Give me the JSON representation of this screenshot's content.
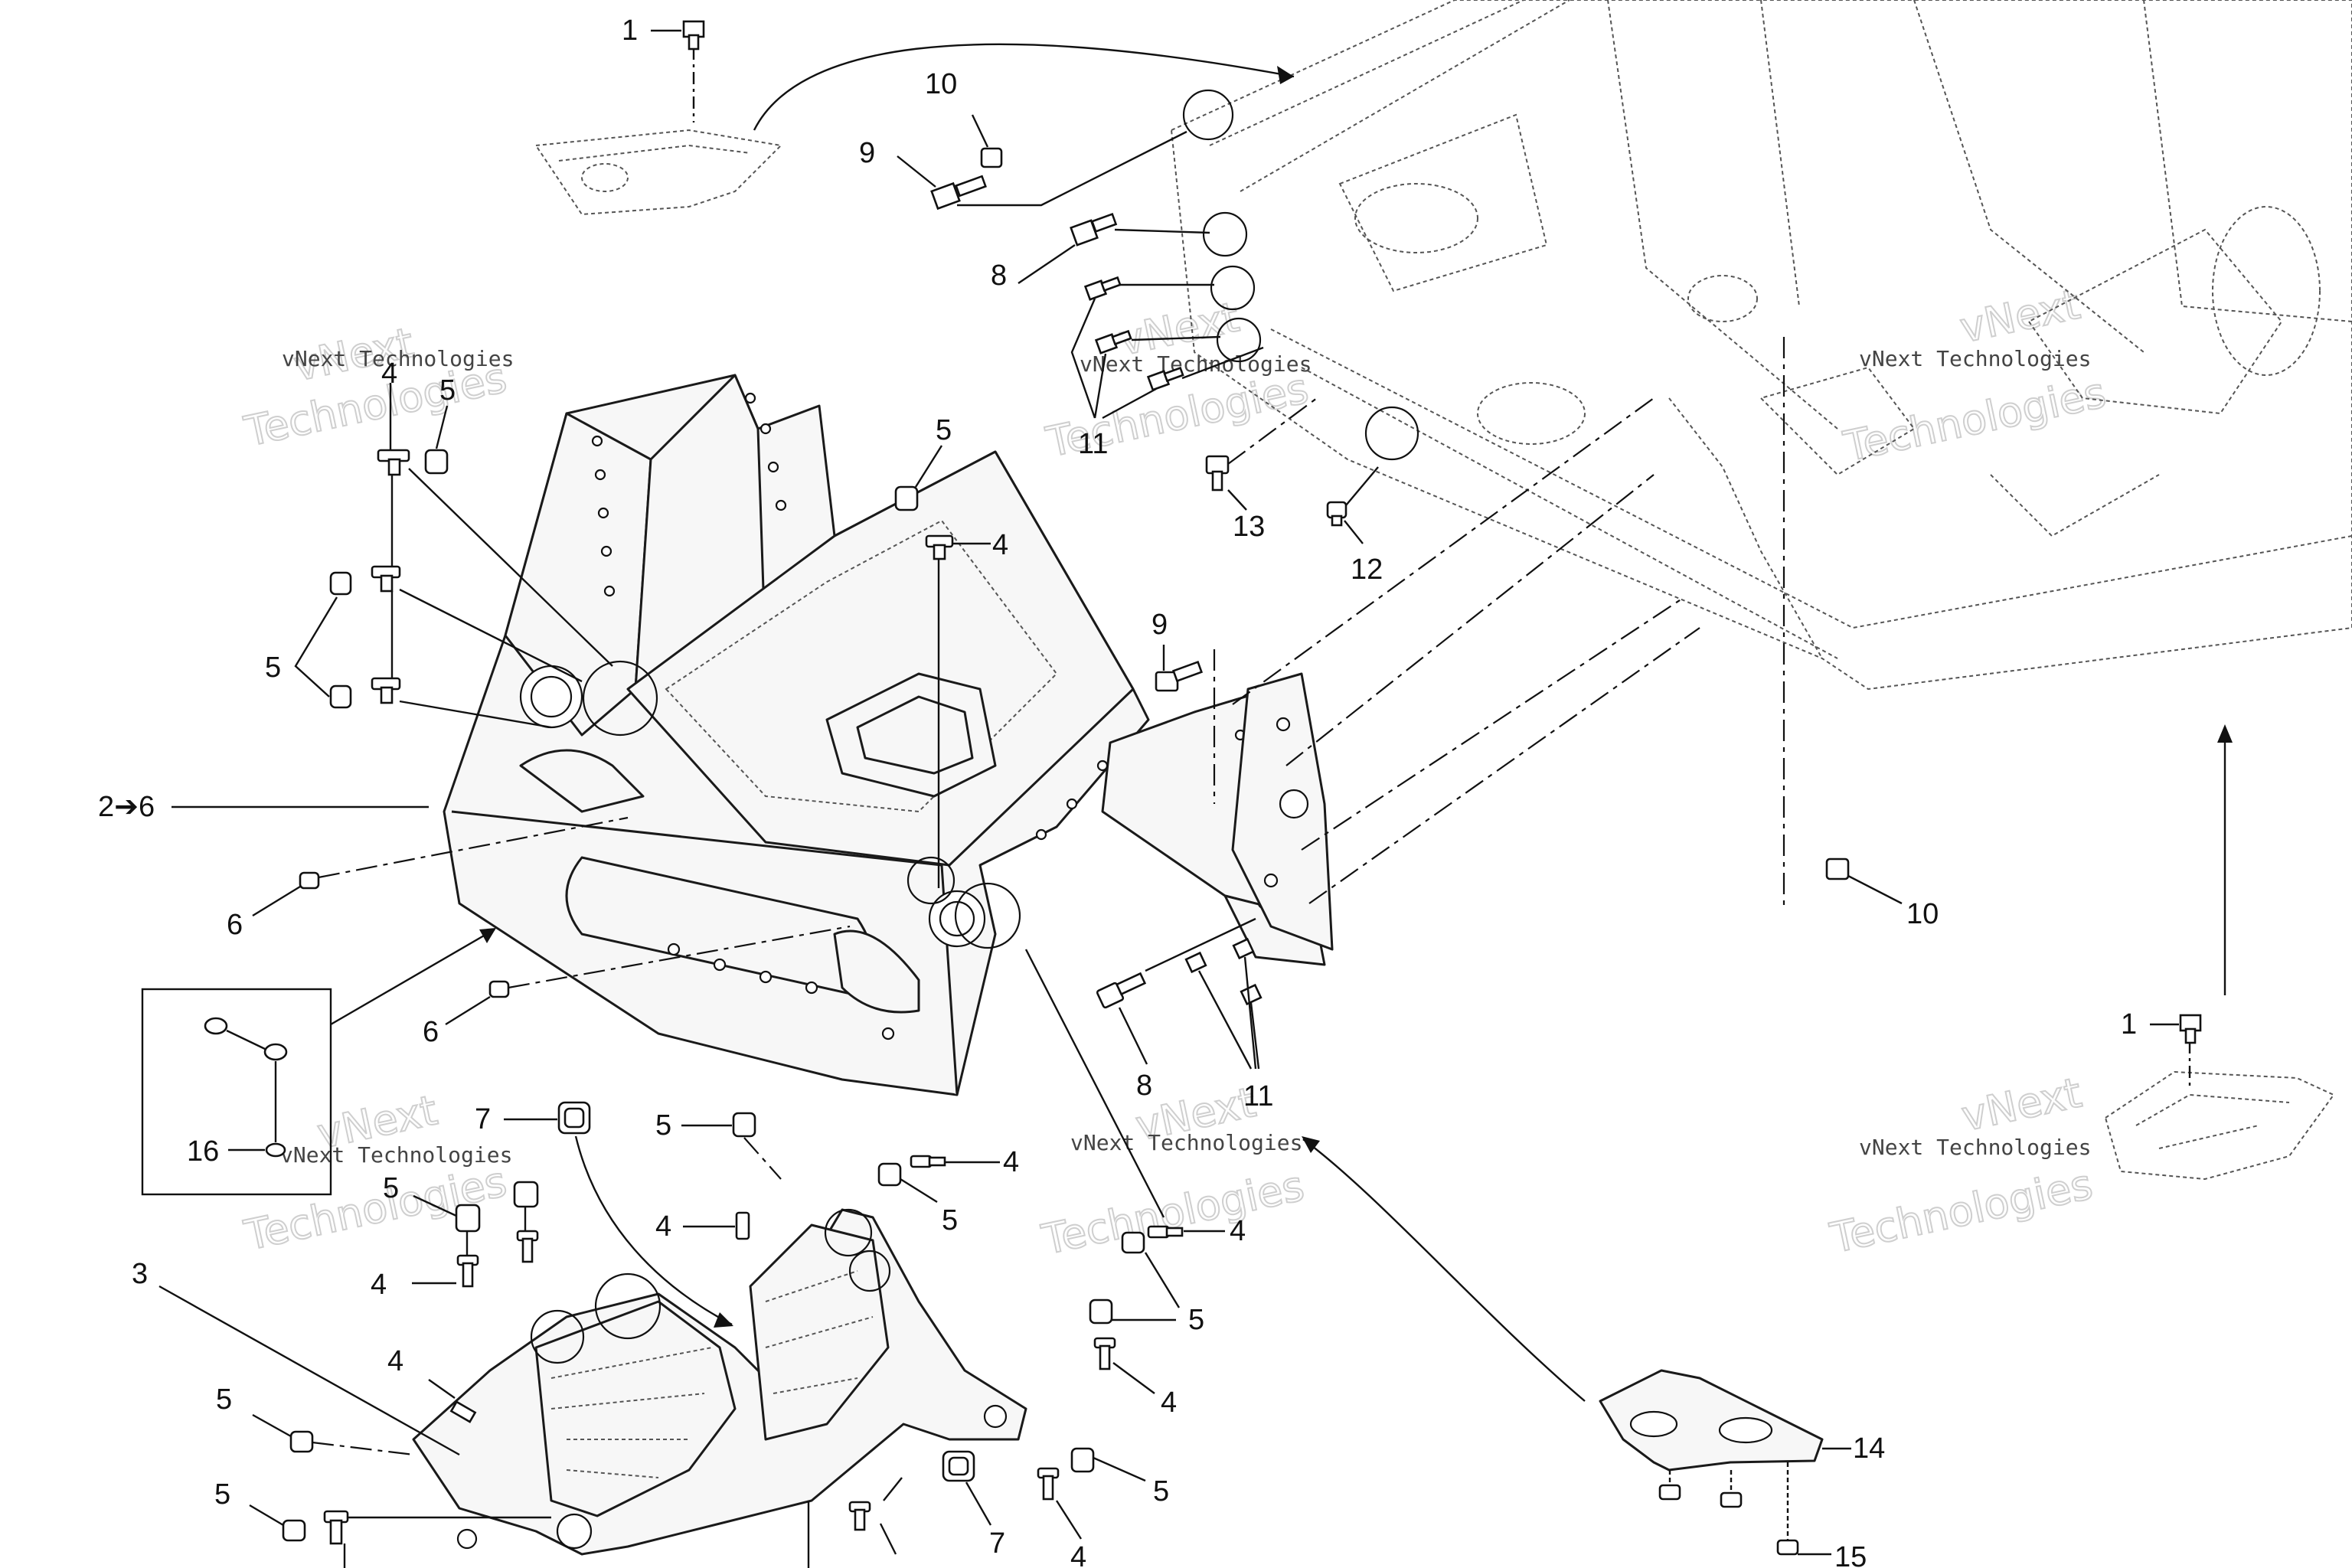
{
  "watermark": {
    "line1": "vNext Technologies",
    "big_a": "vNext",
    "big_b": "Technologies"
  },
  "callouts": {
    "c1": "1",
    "c2_6": "2➔6",
    "c3": "3",
    "c4": "4",
    "c5": "5",
    "c6": "6",
    "c7": "7",
    "c8": "8",
    "c9": "9",
    "c10": "10",
    "c11": "11",
    "c12": "12",
    "c13": "13",
    "c14": "14",
    "c15": "15",
    "c16": "16"
  }
}
